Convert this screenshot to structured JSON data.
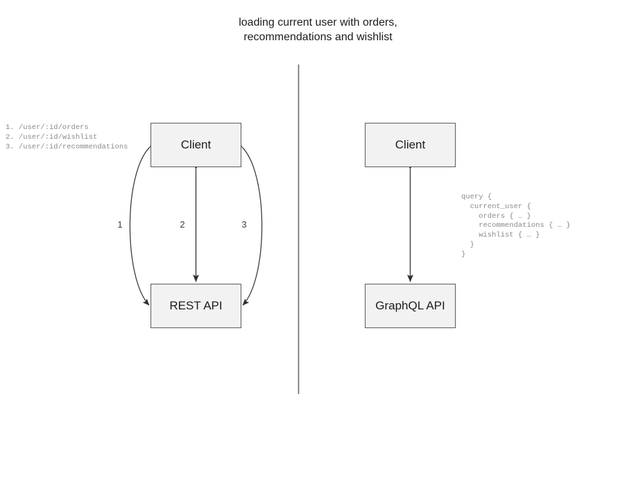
{
  "title": "loading current user with orders,\nrecommendations and wishlist",
  "divider": {
    "name": "vertical-divider",
    "color": "#6b6b6b"
  },
  "colors": {
    "box_fill": "#f2f2f2",
    "box_border": "#5a5a5a",
    "arrow": "#3c3c3c",
    "code_text": "#8a8a8a",
    "title_text": "#1c1c1c"
  },
  "left_panel": {
    "name": "rest-approach",
    "nodes": [
      {
        "id": "client-rest",
        "label": "Client"
      },
      {
        "id": "rest-api",
        "label": "REST API"
      }
    ],
    "edges": [
      {
        "id": "1",
        "label": "1",
        "shape": "curve-left",
        "direction": "bidirectional"
      },
      {
        "id": "2",
        "label": "2",
        "shape": "straight",
        "direction": "bidirectional"
      },
      {
        "id": "3",
        "label": "3",
        "shape": "curve-right",
        "direction": "bidirectional"
      }
    ],
    "annotation": "1. /user/:id/orders\n2. /user/:id/wishlist\n3. /user/:id/recommendations"
  },
  "right_panel": {
    "name": "graphql-approach",
    "nodes": [
      {
        "id": "client-gql",
        "label": "Client"
      },
      {
        "id": "graphql-api",
        "label": "GraphQL API"
      }
    ],
    "edges": [
      {
        "id": "gql-1",
        "label": "",
        "shape": "straight",
        "direction": "bidirectional"
      }
    ],
    "annotation": "query {\n  current_user {\n    orders { … }\n    recommendations { … }\n    wishlist { … }\n  }\n}"
  }
}
